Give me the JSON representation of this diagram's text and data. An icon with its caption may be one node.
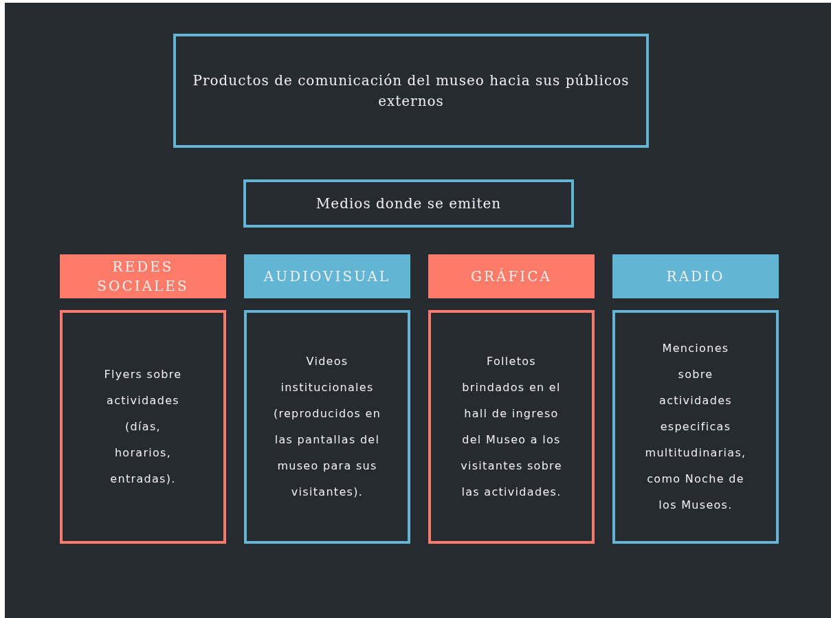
{
  "diagram": {
    "nodes": [
      {
        "text": [
          "Productos de comunicación del museo hacia sus públicos externos"
        ]
      },
      {
        "text": [
          "Medios donde se emiten"
        ]
      },
      {
        "text": [
          "REDES SOCIALES"
        ]
      },
      {
        "text": [
          "AUDIOVISUAL"
        ]
      },
      {
        "text": [
          "GRÁFICA"
        ]
      },
      {
        "text": [
          "RADIO"
        ]
      },
      {
        "text": [
          "Flyers sobre actividades (días, horarios, entradas)."
        ]
      },
      {
        "text": [
          "Videos institucionales (reproducidos en las pantallas del museo para sus visitantes)."
        ]
      },
      {
        "text": [
          "Folletos brindados en el hall de ingreso del Museo a los visitantes sobre las actividades."
        ]
      },
      {
        "text": [
          "Menciones sobre actividades especificas multitudinarias, como Noche de los Museos."
        ]
      }
    ],
    "edges": []
  }
}
